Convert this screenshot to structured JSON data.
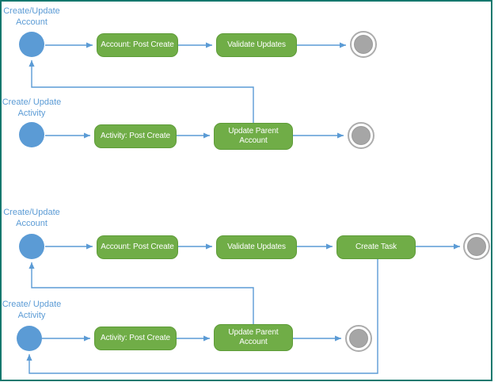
{
  "window": {
    "frame_color": "#14786E",
    "background": "#FFFFFF"
  },
  "colors": {
    "accent_blue": "#5B9BD5",
    "task_green": "#70AD47",
    "task_green_border": "#5E9C38",
    "end_state_gray": "#A6A6A6",
    "connector_blue": "#5B9BD5",
    "task_text": "#FFFFFF"
  },
  "top_flow": {
    "account_lane": {
      "start_label": "Create/Update\nAccount",
      "steps": [
        "Account: Post Create",
        "Validate Updates"
      ]
    },
    "activity_lane": {
      "start_label": "Create/ Update\nActivity",
      "steps": [
        "Activity: Post Create",
        "Update Parent Account"
      ]
    },
    "edges": [
      {
        "from": "start-account",
        "to": "Account: Post Create"
      },
      {
        "from": "Account: Post Create",
        "to": "Validate Updates"
      },
      {
        "from": "Validate Updates",
        "to": "end-account"
      },
      {
        "from": "start-activity",
        "to": "Activity: Post Create"
      },
      {
        "from": "Activity: Post Create",
        "to": "Update Parent Account"
      },
      {
        "from": "Update Parent Account",
        "to": "end-activity"
      },
      {
        "from": "Update Parent Account",
        "to": "start-account",
        "type": "loop"
      }
    ]
  },
  "bottom_flow": {
    "account_lane": {
      "start_label": "Create/Update\nAccount",
      "steps": [
        "Account: Post Create",
        "Validate Updates",
        "Create Task"
      ]
    },
    "activity_lane": {
      "start_label": "Create/ Update\nActivity",
      "steps": [
        "Activity: Post Create",
        "Update Parent Account"
      ]
    },
    "edges": [
      {
        "from": "start-account",
        "to": "Account: Post Create"
      },
      {
        "from": "Account: Post Create",
        "to": "Validate Updates"
      },
      {
        "from": "Validate Updates",
        "to": "Create Task"
      },
      {
        "from": "Create Task",
        "to": "end-account"
      },
      {
        "from": "start-activity",
        "to": "Activity: Post Create"
      },
      {
        "from": "Activity: Post Create",
        "to": "Update Parent Account"
      },
      {
        "from": "Update Parent Account",
        "to": "end-activity"
      },
      {
        "from": "Update Parent Account",
        "to": "start-account",
        "type": "loop"
      },
      {
        "from": "Create Task",
        "to": "start-activity",
        "type": "loop"
      }
    ]
  }
}
